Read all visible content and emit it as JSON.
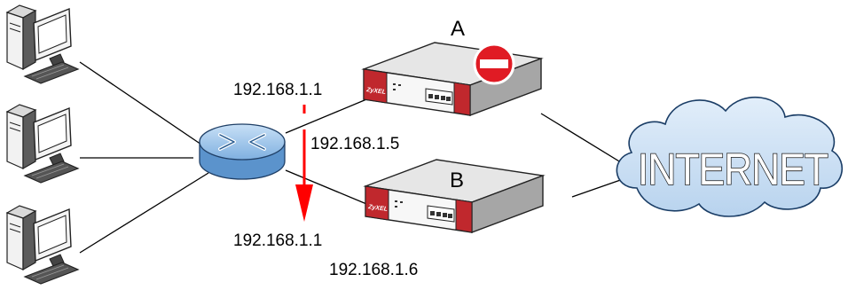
{
  "devices": {
    "a": {
      "label": "A",
      "blocked_icon": "no-entry-icon",
      "brand": "ZyXEL"
    },
    "b": {
      "label": "B",
      "brand": "ZyXEL"
    }
  },
  "ips": {
    "a_lan": "192.168.1.1",
    "a_wan": "192.168.1.5",
    "b_lan": "192.168.1.1",
    "b_wan": "192.168.1.6"
  },
  "cloud": {
    "label": "INTERNET"
  },
  "icons": {
    "computers": [
      "desktop-computer-icon",
      "desktop-computer-icon",
      "desktop-computer-icon"
    ],
    "switch": "router-switch-icon",
    "failover_arrow": "red-down-arrow-icon"
  },
  "colors": {
    "device_red": "#c0282d",
    "device_body": "#eeeeee",
    "cloud_fill": "#cfe2f5",
    "router_blue": "#9fc6ea",
    "arrow_red": "#ff0000"
  }
}
